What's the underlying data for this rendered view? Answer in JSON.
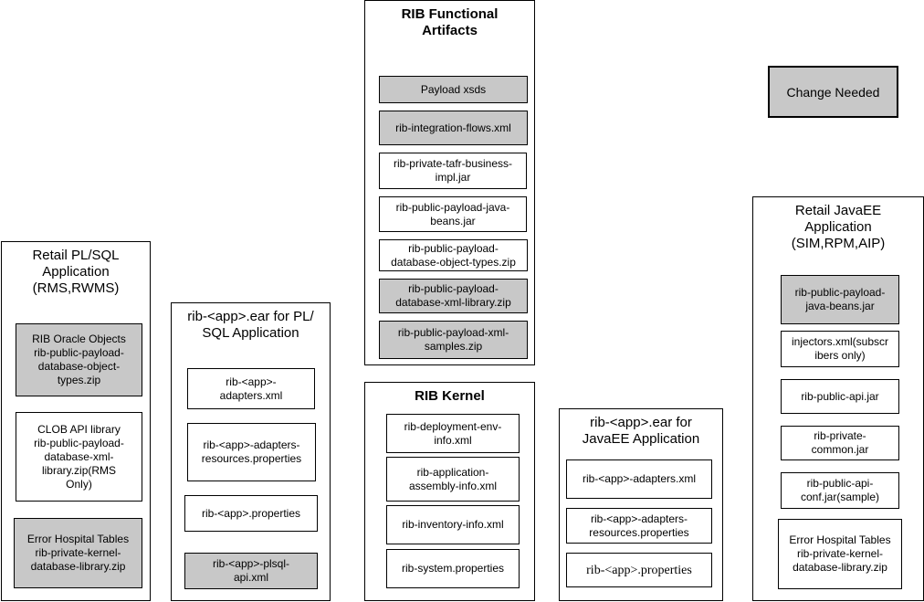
{
  "colors": {
    "changed_fill": "#c8c8c8",
    "unchanged_fill": "#ffffff",
    "border": "#000000"
  },
  "legend": {
    "label": "Change Needed"
  },
  "groups": {
    "functional": {
      "title": "RIB Functional\nArtifacts",
      "items": [
        {
          "label": "Payload xsds",
          "changed": true
        },
        {
          "label": "rib-integration-flows.xml",
          "changed": true
        },
        {
          "label": "rib-private-tafr-business-\nimpl.jar",
          "changed": false
        },
        {
          "label": "rib-public-payload-java-\nbeans.jar",
          "changed": false
        },
        {
          "label": "rib-public-payload-\ndatabase-object-types.zip",
          "changed": false
        },
        {
          "label": "rib-public-payload-\ndatabase-xml-library.zip",
          "changed": true
        },
        {
          "label": "rib-public-payload-xml-\nsamples.zip",
          "changed": true
        }
      ]
    },
    "plsql_app": {
      "title": "Retail PL/SQL\nApplication\n(RMS,RWMS)",
      "items": [
        {
          "label": "RIB Oracle Objects\nrib-public-payload-\ndatabase-object-\ntypes.zip",
          "changed": true
        },
        {
          "label": "CLOB API library\nrib-public-payload-\ndatabase-xml-\nlibrary.zip(RMS\nOnly)",
          "changed": false
        },
        {
          "label": "Error Hospital Tables\nrib-private-kernel-\ndatabase-library.zip",
          "changed": true
        }
      ]
    },
    "plsql_ear": {
      "title": "rib-<app>.ear for PL/\nSQL Application",
      "items": [
        {
          "label": "rib-<app>-\nadapters.xml",
          "changed": false
        },
        {
          "label": "rib-<app>-adapters-\nresources.properties",
          "changed": false
        },
        {
          "label": "rib-<app>.properties",
          "changed": false
        },
        {
          "label": "rib-<app>-plsql-\napi.xml",
          "changed": true
        }
      ]
    },
    "kernel": {
      "title": "RIB Kernel",
      "items": [
        {
          "label": "rib-deployment-env-\ninfo.xml",
          "changed": false
        },
        {
          "label": "rib-application-\nassembly-info.xml",
          "changed": false
        },
        {
          "label": "rib-inventory-info.xml",
          "changed": false
        },
        {
          "label": "rib-system.properties",
          "changed": false
        }
      ]
    },
    "javaee_ear": {
      "title": "rib-<app>.ear for\nJavaEE Application",
      "items": [
        {
          "label": "rib-<app>-adapters.xml",
          "changed": false
        },
        {
          "label": "rib-<app>-adapters-\nresources.properties",
          "changed": false
        },
        {
          "label": "rib-<app>.properties",
          "changed": false
        }
      ]
    },
    "javaee_app": {
      "title": "Retail JavaEE\nApplication\n(SIM,RPM,AIP)",
      "items": [
        {
          "label": "rib-public-payload-\njava-beans.jar",
          "changed": true
        },
        {
          "label": "injectors.xml(subscr\nibers only)",
          "changed": false
        },
        {
          "label": "rib-public-api.jar",
          "changed": false
        },
        {
          "label": "rib-private-\ncommon.jar",
          "changed": false
        },
        {
          "label": "rib-public-api-\nconf.jar(sample)",
          "changed": false
        },
        {
          "label": "Error Hospital Tables\nrib-private-kernel-\ndatabase-library.zip",
          "changed": false
        }
      ]
    }
  }
}
